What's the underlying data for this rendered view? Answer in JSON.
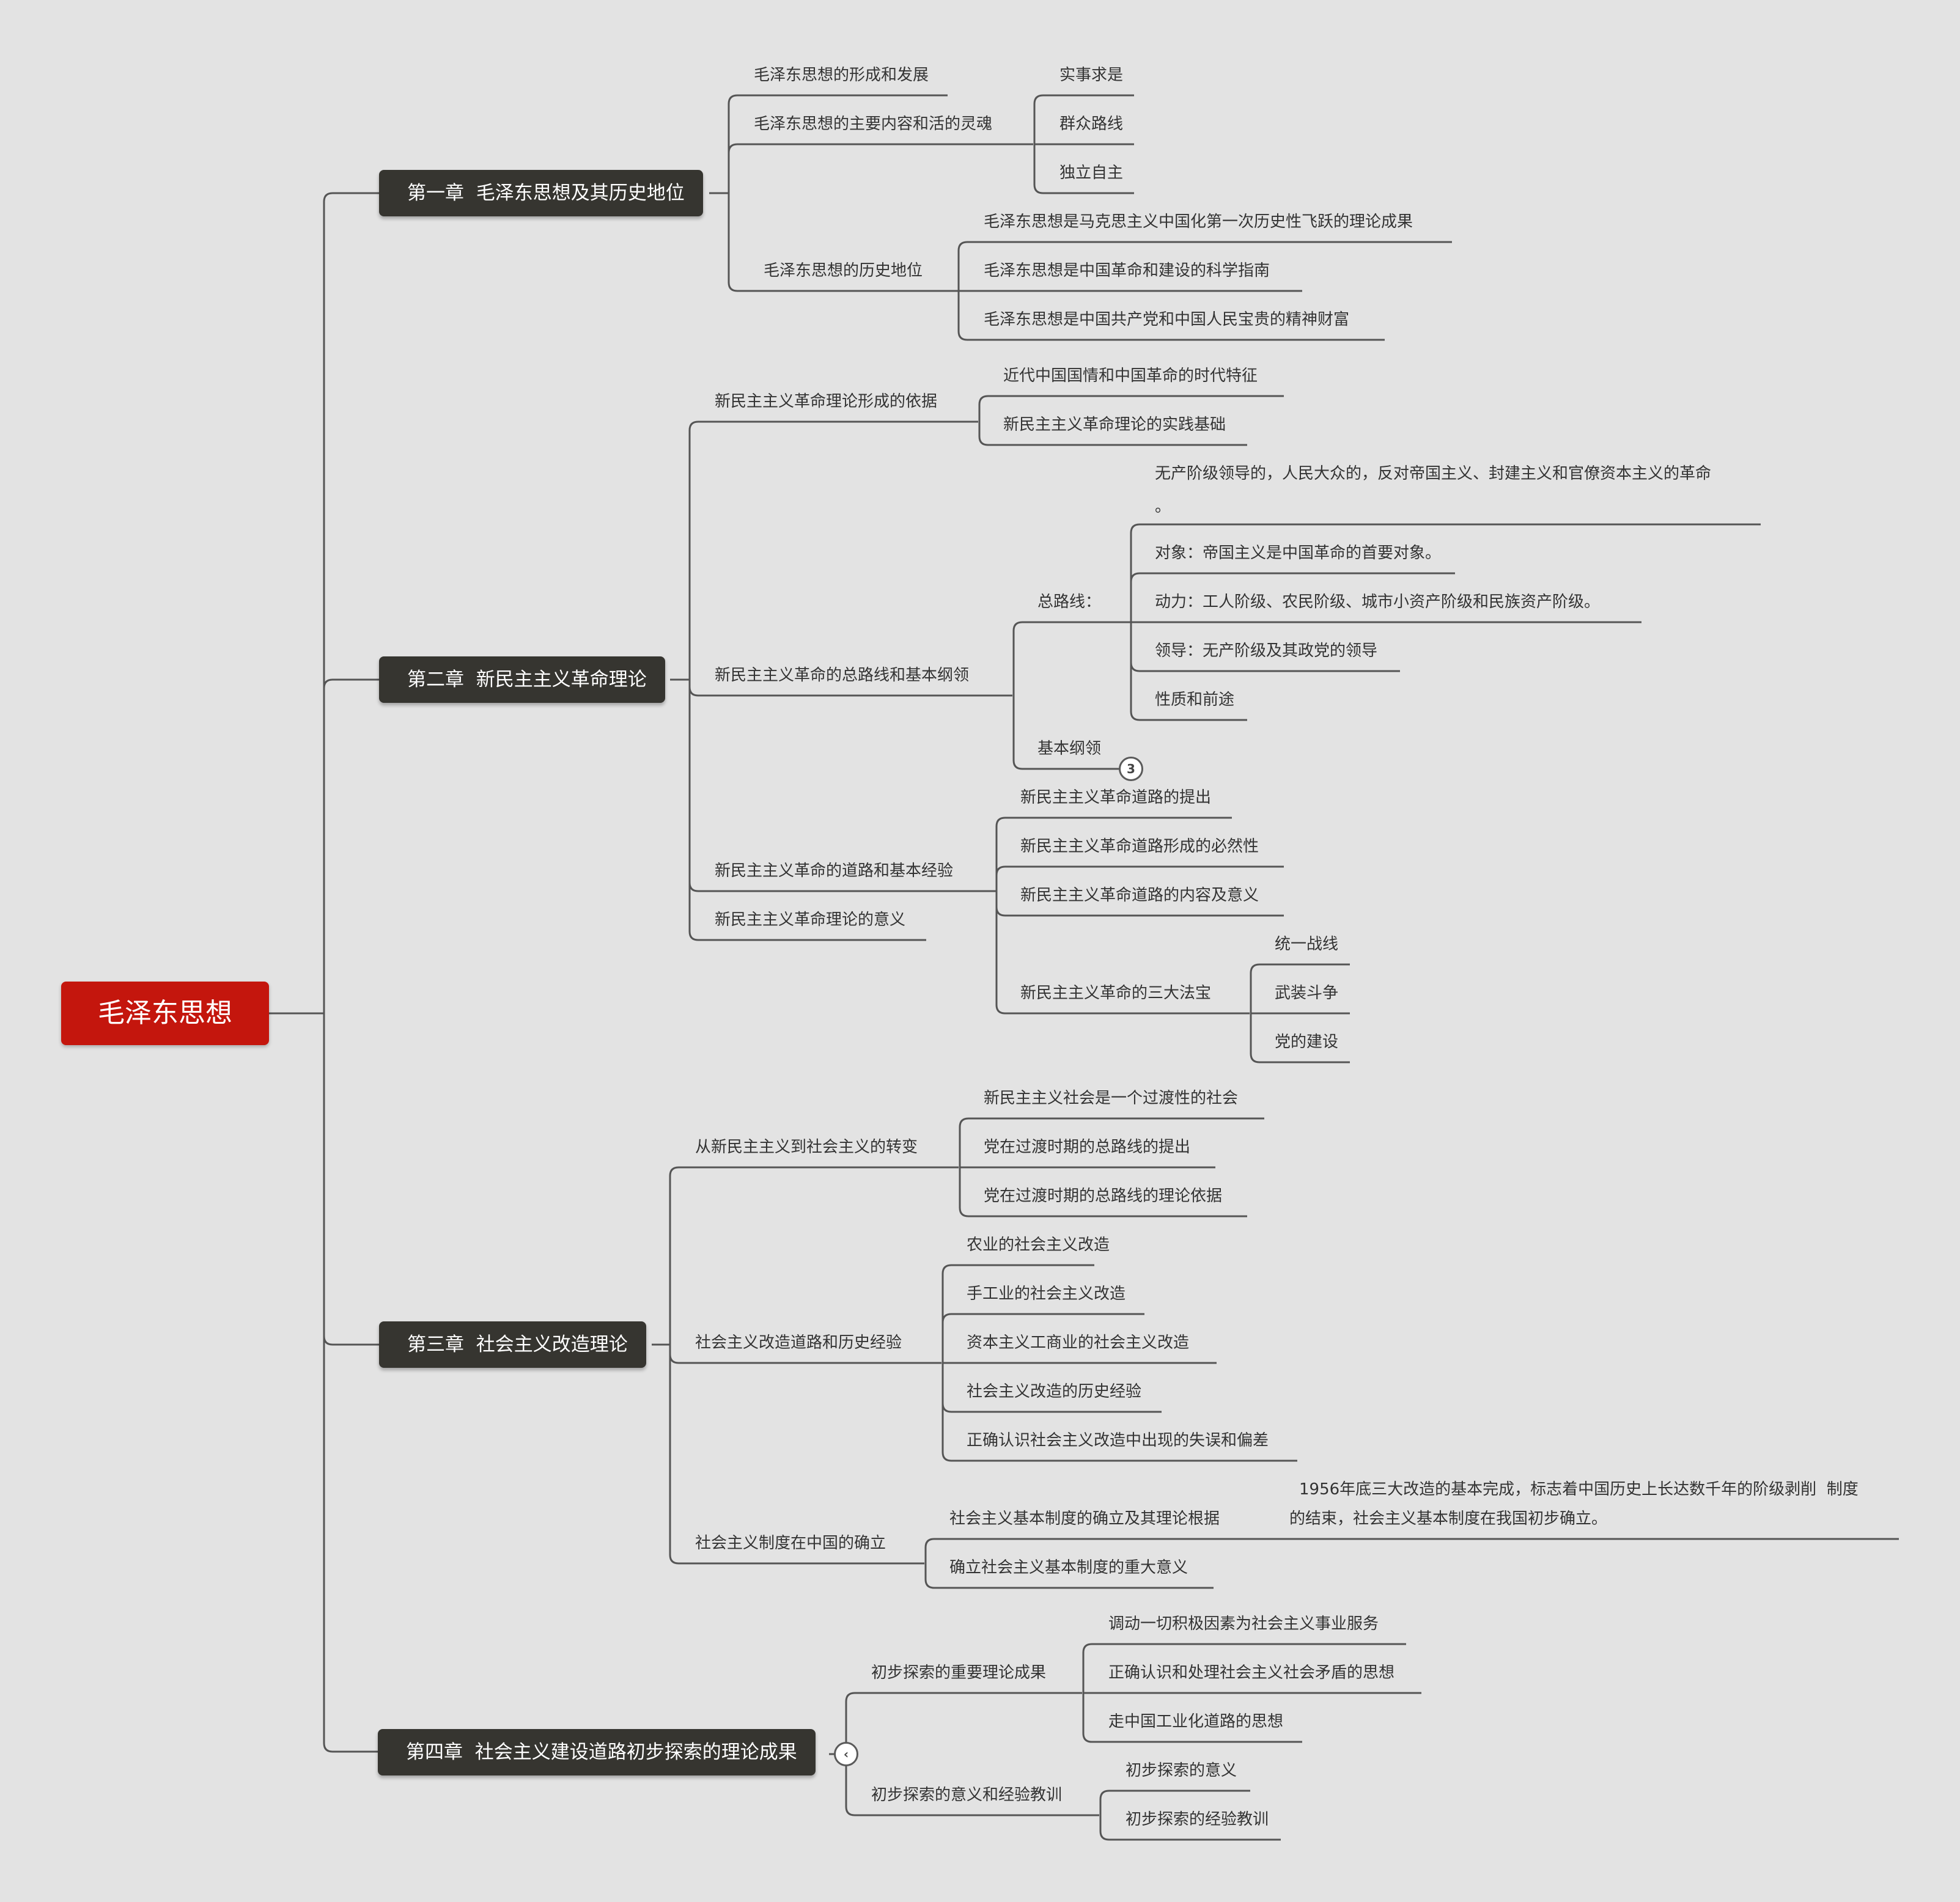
{
  "root": {
    "label": "毛泽东思想"
  },
  "chapters": [
    {
      "label": "第一章  毛泽东思想及其历史地位"
    },
    {
      "label": "第二章  新民主主义革命理论"
    },
    {
      "label": "第三章  社会主义改造理论"
    },
    {
      "label": "第四章  社会主义建设道路初步探索的理论成果"
    }
  ],
  "topics": [
    "毛泽东思想的形成和发展",
    "毛泽东思想的主要内容和活的灵魂",
    "实事求是",
    "群众路线",
    "独立自主",
    "毛泽东思想的历史地位",
    "毛泽东思想是马克思主义中国化第一次历史性飞跃的理论成果",
    "毛泽东思想是中国革命和建设的科学指南",
    "毛泽东思想是中国共产党和中国人民宝贵的精神财富",
    "新民主主义革命理论形成的依据",
    "近代中国国情和中国革命的时代特征",
    "新民主主义革命理论的实践基础",
    "新民主主义革命的总路线和基本纲领",
    "总路线：",
    "无产阶级领导的，人民大众的，反对帝国主义、封建主义和官僚资本主义的革命",
    "。",
    "对象：帝国主义是中国革命的首要对象。",
    "动力：工人阶级、农民阶级、城市小资产阶级和民族资产阶级。",
    "领导：无产阶级及其政党的领导",
    "性质和前途",
    "基本纲领",
    "新民主主义革命的道路和基本经验",
    "新民主主义革命道路的提出",
    "新民主主义革命道路形成的必然性",
    "新民主主义革命道路的内容及意义",
    "新民主主义革命的三大法宝",
    "统一战线",
    "武装斗争",
    "党的建设",
    "新民主主义革命理论的意义",
    "从新民主主义到社会主义的转变",
    "新民主主义社会是一个过渡性的社会",
    "党在过渡时期的总路线的提出",
    "党在过渡时期的总路线的理论依据",
    "社会主义改造道路和历史经验",
    "农业的社会主义改造",
    "手工业的社会主义改造",
    "资本主义工商业的社会主义改造",
    "社会主义改造的历史经验",
    "正确认识社会主义改造中出现的失误和偏差",
    "社会主义制度在中国的确立",
    "社会主义基本制度的确立及其理论根据",
    "1956年底三大改造的基本完成，标志着中国历史上长达数千年的阶级剥削  制度",
    "的结束，社会主义基本制度在我国初步确立。",
    "确立社会主义基本制度的重大意义",
    "初步探索的重要理论成果",
    "调动一切积极因素为社会主义事业服务",
    "正确认识和处理社会主义社会矛盾的思想",
    "走中国工业化道路的思想",
    "初步探索的意义和经验教训",
    "初步探索的意义",
    "初步探索的经验教训"
  ],
  "badges": {
    "collapsed_count": "3",
    "collapse_glyph": "‹"
  },
  "colors": {
    "background": "#e3e3e3",
    "root": "#c4160d",
    "chapter": "#363530",
    "line": "#555555",
    "text": "#333333"
  }
}
